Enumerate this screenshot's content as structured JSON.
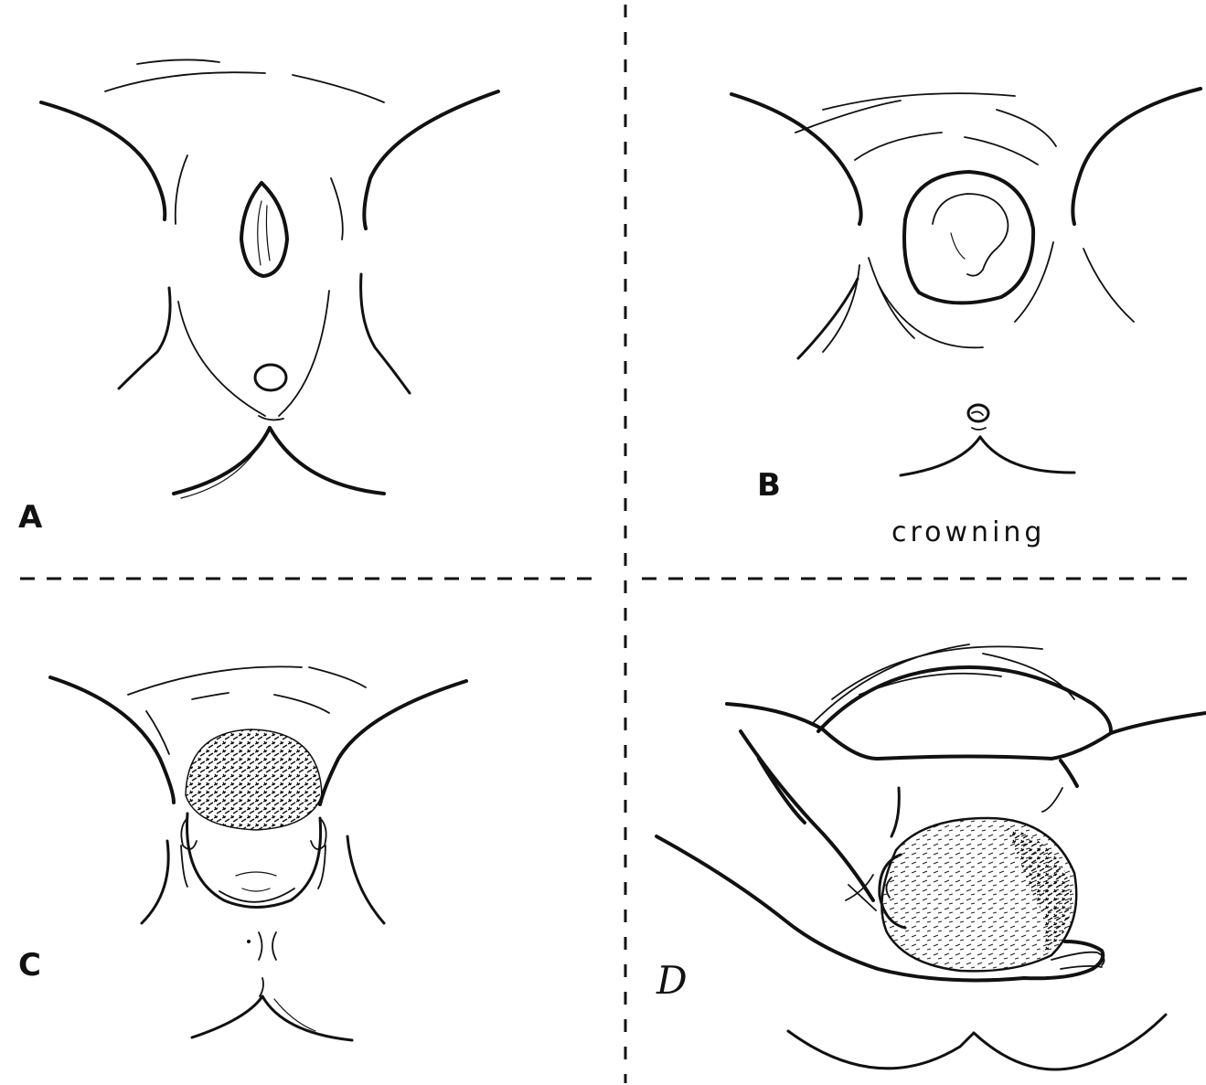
{
  "figure": {
    "panels": [
      {
        "id": "A",
        "label": "A"
      },
      {
        "id": "B",
        "label": "B",
        "caption": "crowning"
      },
      {
        "id": "C",
        "label": "C"
      },
      {
        "id": "D",
        "label": "D"
      }
    ]
  }
}
